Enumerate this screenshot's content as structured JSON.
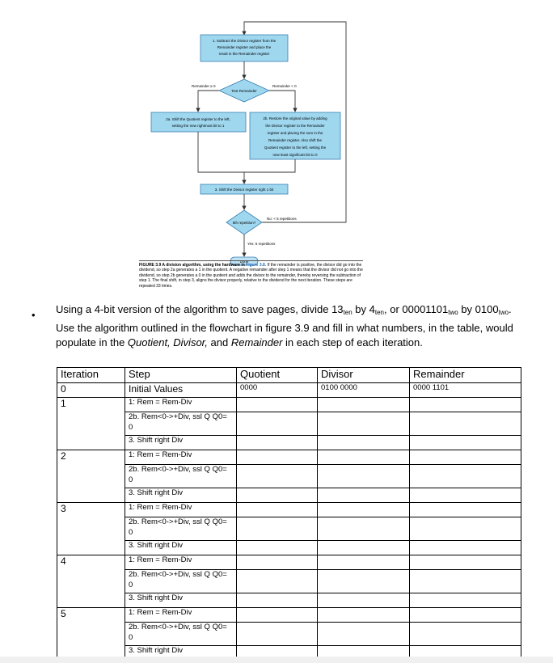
{
  "flowchart": {
    "box1": [
      "1. Subtract the Divisor register from the",
      "Remainder register and place the",
      "result in the Remainder register"
    ],
    "decision1": "Test Remainder",
    "left_branch_label": "Remainder ≥ 0",
    "right_branch_label": "Remainder < 0",
    "box2a": [
      "2a. Shift the Quotient register to the left,",
      "setting the new rightmost bit to 1"
    ],
    "box2b": [
      "2b. Restore the original value by adding",
      "the Divisor register to the Remainder",
      "register and placing the sum in the",
      "Remainder register. Also shift the",
      "Quotient register to the left, setting the",
      "new least significant bit to 0"
    ],
    "box3": "3. Shift the Divisor register right 1 bit",
    "decision2": "5th repetition?",
    "no_label": "No: < 5 repetitions",
    "yes_label": "Yes: 5 repetitions",
    "done": "Done",
    "colors": {
      "box_fill": "#9fd7ef",
      "box_stroke": "#3a7fb0",
      "done_fill": "#bfe3f5"
    }
  },
  "caption": {
    "label": "FIGURE 3.9   A division algorithm, using the hardware in ",
    "figref": "Figure 3.8.",
    "text": " If the remainder is positive, the divisor did go into the dividend, so step 2a generates a 1 in the quotient. A negative remainder after step 1 means that the divisor did not go into the dividend, so step 2b generates a 0 in the quotient and adds the divisor to the remainder, thereby reversing the subtraction of step 1. The final shift, in step 3, aligns the divisor properly, relative to the dividend for the next iteration. These steps are repeated 33 times."
  },
  "question": {
    "t1": "Using a 4-bit version of the algorithm to save pages, divide 13",
    "s1": "ten",
    "t2": " by 4",
    "s2": "ten",
    "t3": ", or 00001101",
    "s3": "two",
    "t4": " by 0100",
    "s4": "two",
    "t5": ". Use the algorithm outlined in the flowchart in figure 3.9 and fill in what numbers, in the table, would populate in the ",
    "i1": "Quotient, Divisor,",
    "t6": " and ",
    "i2": "Remainder",
    "t7": " in each step of each iteration."
  },
  "table": {
    "headers": [
      "Iteration",
      "Step",
      "Quotient",
      "Divisor",
      "Remainder"
    ],
    "initial": {
      "iteration": "0",
      "step": "Initial Values",
      "quotient": "0000",
      "divisor": "0100 0000",
      "remainder": "0000 1101"
    },
    "step_labels": [
      "1: Rem = Rem-Div",
      "2b. Rem<0->+Div, ssl Q Q0= 0",
      "3. Shift right Div"
    ],
    "iterations": [
      "1",
      "2",
      "3",
      "4",
      "5"
    ]
  }
}
